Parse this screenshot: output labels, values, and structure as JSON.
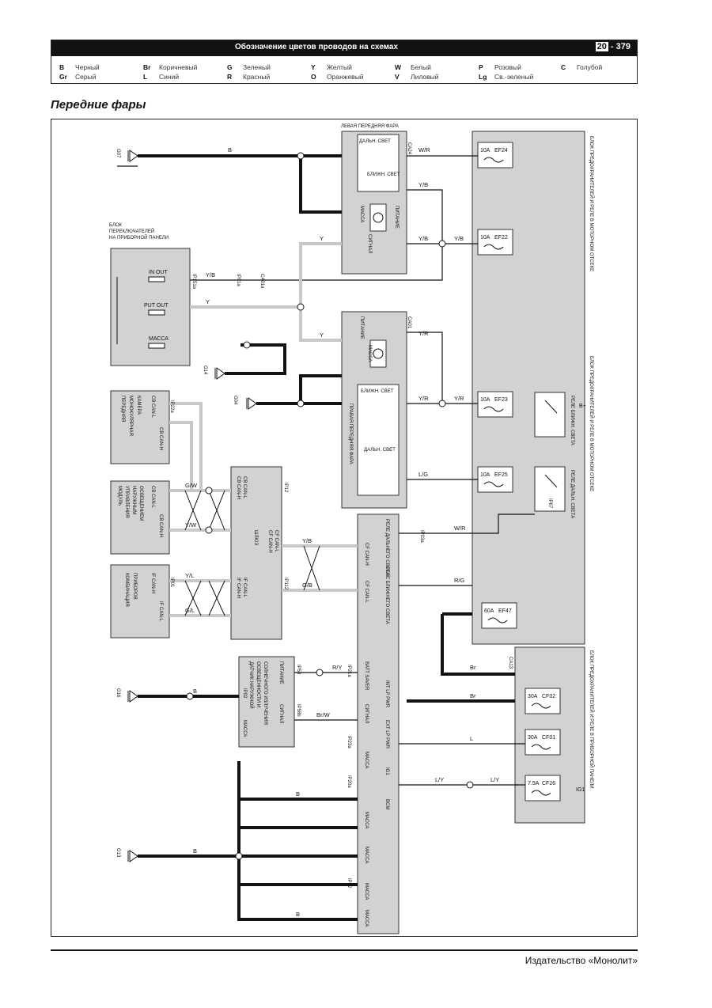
{
  "header": {
    "title": "Обозначение цветов проводов на схемах",
    "section": "20",
    "page": "379",
    "legend": [
      {
        "code": "B",
        "name": "Черный"
      },
      {
        "code": "Gr",
        "name": "Серый"
      },
      {
        "code": "Br",
        "name": "Коричневый"
      },
      {
        "code": "L",
        "name": "Синий"
      },
      {
        "code": "G",
        "name": "Зеленый"
      },
      {
        "code": "R",
        "name": "Красный"
      },
      {
        "code": "Y",
        "name": "Желтый"
      },
      {
        "code": "O",
        "name": "Оранжевый"
      },
      {
        "code": "W",
        "name": "Белый"
      },
      {
        "code": "V",
        "name": "Лиловый"
      },
      {
        "code": "P",
        "name": "Розовый"
      },
      {
        "code": "Lg",
        "name": "Св.-зеленый"
      },
      {
        "code": "C",
        "name": "Голубой"
      }
    ]
  },
  "page_title": "Передние фары",
  "footer": "Издательство «Монолит»",
  "diagram": {
    "left_headlamp": {
      "title": "ЛЕВАЯ ПЕРЕДНЯЯ ФАРА",
      "high": "ДАЛЬН. СВЕТ",
      "low": "БЛИЖН. СВЕТ",
      "ground": "МАССА",
      "signal": "СИГНАЛ",
      "power": "ПИТАНИЕ"
    },
    "right_headlamp": {
      "title": "ПРАВАЯ ПЕРЕДНЯЯ ФАРА",
      "high": "ДАЛЬН. СВЕТ",
      "low": "БЛИЖН. СВЕТ",
      "ground": "МАССА",
      "signal": "СИГНАЛ",
      "power": "ПИТАНИЕ"
    },
    "switch_block": {
      "title1": "БЛОК",
      "title2": "ПЕРЕКЛЮЧАТЕЛЕЙ",
      "title3": "НА ПРИБОРНОЙ ПАНЕЛИ",
      "in_out": "IN OUT",
      "put_out": "PUT OUT",
      "ground": "МАССА"
    },
    "camera": {
      "l1": "ПЕРЕДНЯЯ",
      "l2": "МОНОКУЛЯРНАЯ",
      "l3": "КАМЕРА",
      "p1": "CB CAN-L",
      "p2": "CB CAN-H"
    },
    "lighting_module": {
      "l1": "МОДУЛЬ",
      "l2": "УПРАВЛЕНИЯ",
      "l3": "НАРУЖНЫМ",
      "l4": "ОСВЕЩЕНИЕМ",
      "p1": "CB CAN-L",
      "p2": "CB CAN-H"
    },
    "cluster": {
      "l1": "КОМБИНАЦИЯ",
      "l2": "ПРИБОРОВ",
      "p1": "IF CAN-H",
      "p2": "IF CAN-L"
    },
    "gateway": {
      "title": "ШЛЮЗ",
      "p1": "CB CAN-H",
      "p2": "CB CAN-L",
      "p3": "CF CAN-H",
      "p4": "CF CAN-L",
      "p5": "IF CAN-H",
      "p6": "IF CAN-L"
    },
    "sensor": {
      "l1": "ДАТЧИК НАРУЖНОЙ",
      "l2": "ОСВЕЩЕННОСТИ И",
      "l3": "СОЛНЕЧНОГО ИЗЛУЧЕНИЯ",
      "p1": "ПИТАНИЕ",
      "p2": "СИГНАЛ",
      "p3": "МАССА"
    },
    "bcm": {
      "title": "BCM",
      "hi_relay": "РЕЛЕ ДАЛЬНЕГО СВЕТА",
      "lo_relay": "РЕЛЕ БЛИЖНЕГО СВЕТА",
      "batt": "BATT SAVER",
      "signal": "СИГНАЛ",
      "int_lp": "INT LP PWR",
      "ext_lp": "EXT LP PWR",
      "ig1": "IG1",
      "ground": "МАССА",
      "cf_hi": "CF CAN-H",
      "cf_lo": "CF CAN-L"
    },
    "engine_box": {
      "title": "БЛОК ПРЕДОХРАНИТЕЛЕЙ И РЕЛЕ В МОТОРНОМ ОТСЕКЕ",
      "relay_lo": "РЕЛЕ БЛИЖН. СВЕТА",
      "relay_hi": "РЕЛЕ ДАЛЬН. СВЕТА",
      "bplus": "B+"
    },
    "panel_box": {
      "title": "БЛОК ПРЕДОХРАНИТЕЛЕЙ И РЕЛЕ В ПРИБОРНОЙ ПАНЕЛИ",
      "ig1": "IG1"
    },
    "fuses": [
      {
        "amp": "10A",
        "id": "EF24"
      },
      {
        "amp": "10A",
        "id": "EF22"
      },
      {
        "amp": "10A",
        "id": "EF23"
      },
      {
        "amp": "10A",
        "id": "EF25"
      },
      {
        "amp": "60A",
        "id": "EF47"
      },
      {
        "amp": "30A",
        "id": "CF02"
      },
      {
        "amp": "30A",
        "id": "CF01"
      },
      {
        "amp": "7.5A",
        "id": "CF26"
      }
    ],
    "grounds": [
      "G07",
      "G14",
      "G04",
      "G16",
      "G13"
    ],
    "wire_labels": [
      "B",
      "W/R",
      "Y/B",
      "Y",
      "Y/R",
      "L/G",
      "R/G",
      "Br",
      "L",
      "L/Y",
      "R/Y",
      "Br/W",
      "G/W",
      "Y/W",
      "Y/L",
      "G/L",
      "Y/B",
      "G/B"
    ],
    "connectors": [
      "CA24",
      "CA01",
      "IP151a",
      "IP01a",
      "CA01a",
      "IP12",
      "IP22a",
      "IP01",
      "IP112",
      "IP58",
      "IP21a",
      "IP23a",
      "IP20a",
      "IP22",
      "CA13",
      "IP02",
      "IP03a",
      "IP58b",
      "IP67"
    ]
  },
  "colors": {
    "wire_black": "#111111",
    "wire_grey": "#c8c8c8",
    "box_grey": "#d2d2d2",
    "header_bg": "#111111"
  }
}
